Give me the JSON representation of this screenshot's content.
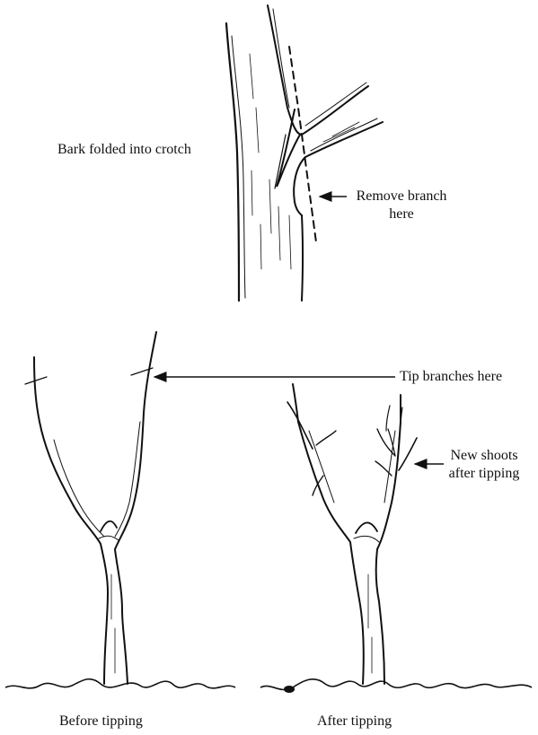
{
  "labels": {
    "bark_folded": "Bark folded into crotch",
    "remove_branch": "Remove branch",
    "remove_branch_here": "here",
    "tip_branches": "Tip branches here",
    "new_shoots": "New shoots",
    "after_tipping_note": "after tipping",
    "before_caption": "Before tipping",
    "after_caption": "After tipping"
  },
  "colors": {
    "ink": "#111111",
    "paper": "#ffffff"
  }
}
